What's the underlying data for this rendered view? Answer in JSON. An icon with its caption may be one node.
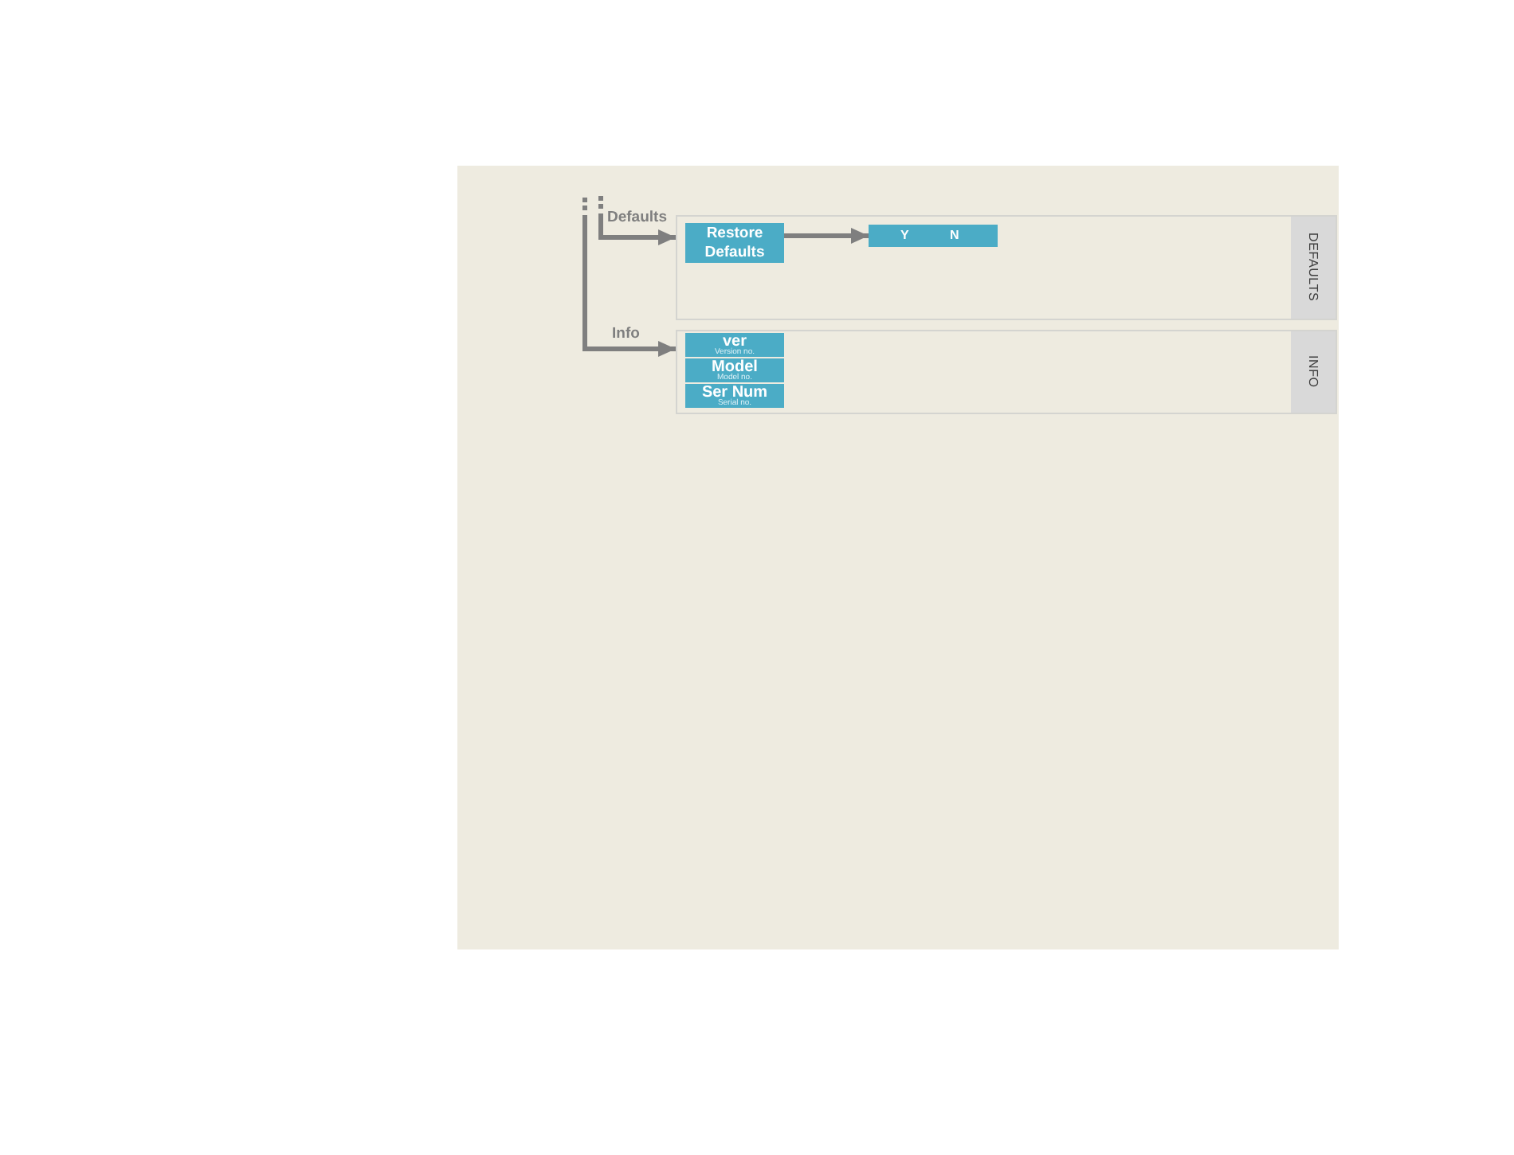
{
  "diagram": {
    "nodes": [
      {
        "text": [
          "DEFAULTS"
        ]
      },
      {
        "text": [
          "Restore Defaults"
        ],
        "in": 0
      },
      {
        "text": [
          "Y",
          "N"
        ],
        "in": 0
      },
      {
        "text": [
          "INFO"
        ]
      },
      {
        "text": [
          "ver",
          "Version no."
        ],
        "in": 3
      },
      {
        "text": [
          "Model",
          "Model no."
        ],
        "in": 3
      },
      {
        "text": [
          "Ser Num",
          "Serial no."
        ],
        "in": 3
      }
    ],
    "edges": [
      {
        "from": null,
        "to": 0,
        "arrow": "to",
        "label": "Defaults"
      },
      {
        "from": null,
        "to": 3,
        "arrow": "to",
        "label": "Info"
      },
      {
        "from": 1,
        "to": 2,
        "arrow": "to"
      }
    ]
  }
}
